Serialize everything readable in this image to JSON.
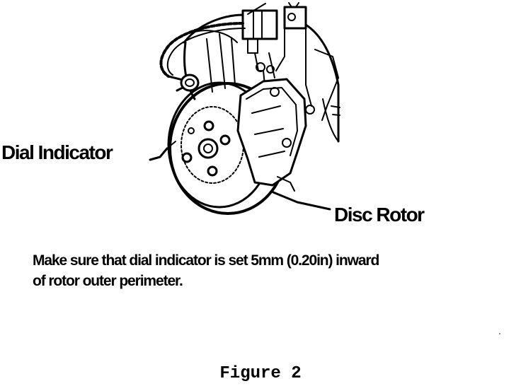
{
  "figure": {
    "labels": {
      "dial_indicator": "Dial Indicator",
      "disc_rotor": "Disc Rotor"
    },
    "note_lines": [
      "Make sure that dial indicator is set 5mm (0.20in) inward",
      "of rotor outer perimeter."
    ],
    "caption": "Figure 2",
    "colors": {
      "ink": "#000000",
      "paper": "#ffffff"
    }
  }
}
